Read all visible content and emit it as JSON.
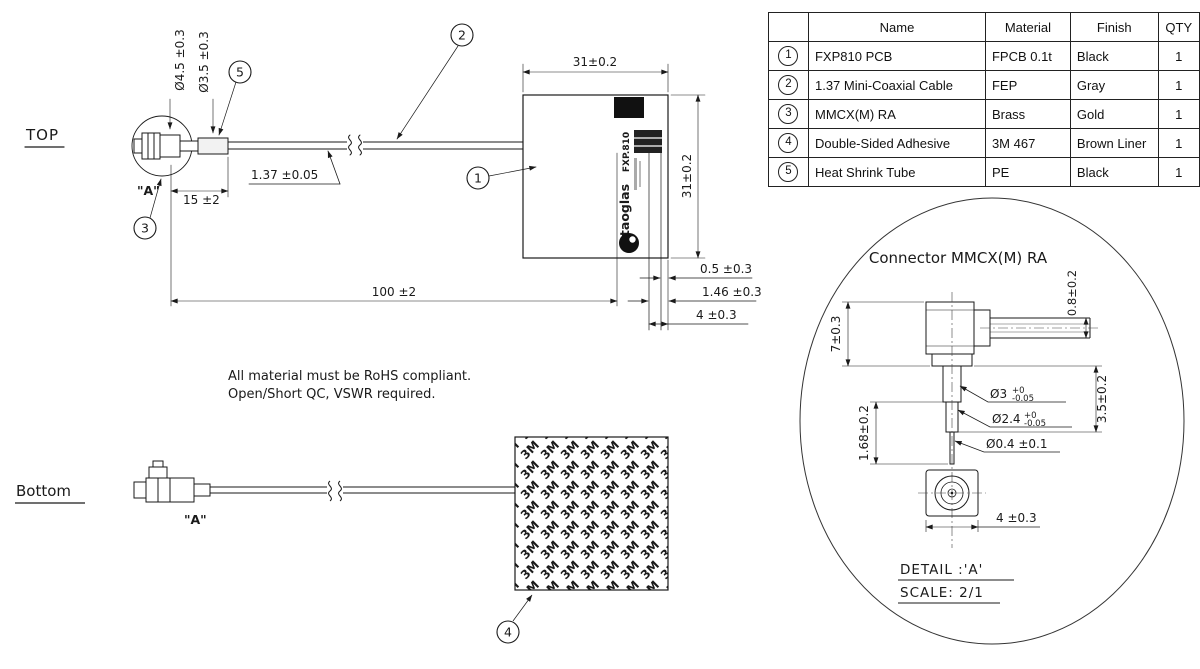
{
  "table": {
    "headers": {
      "num": "",
      "name": "Name",
      "material": "Material",
      "finish": "Finish",
      "qty": "QTY"
    },
    "rows": [
      {
        "num": "1",
        "name": "FXP810  PCB",
        "material": "FPCB 0.1t",
        "finish": "Black",
        "qty": "1"
      },
      {
        "num": "2",
        "name": "1.37 Mini-Coaxial Cable",
        "material": "FEP",
        "finish": "Gray",
        "qty": "1"
      },
      {
        "num": "3",
        "name": "MMCX(M) RA",
        "material": "Brass",
        "finish": "Gold",
        "qty": "1"
      },
      {
        "num": "4",
        "name": "Double-Sided Adhesive",
        "material": "3M 467",
        "finish": "Brown Liner",
        "qty": "1"
      },
      {
        "num": "5",
        "name": "Heat Shrink Tube",
        "material": "PE",
        "finish": "Black",
        "qty": "1"
      }
    ]
  },
  "notes": {
    "line1": "All material must be RoHS compliant.",
    "line2": "Open/Short QC, VSWR required."
  },
  "top_view": {
    "label": "TOP",
    "a_label": "\"A\"",
    "dim_dia45": "Ø4.5 ±0.3",
    "dim_dia35": "Ø3.5 ±0.3",
    "dim_cable": "1.37 ±0.05",
    "dim_15": "15 ±2",
    "dim_100": "100 ±2",
    "dim_pcb_w": "31±0.2",
    "dim_pcb_h": "31±0.2",
    "dim_05": "0.5 ±0.3",
    "dim_146": "1.46 ±0.3",
    "dim_4": "4 ±0.3",
    "pcb_model": "FXP.810",
    "pcb_brand": "taoglas"
  },
  "bottom_view": {
    "label": "Bottom",
    "a_label": "\"A\"",
    "adhesive_logo": "3M"
  },
  "balloons": {
    "b1": "1",
    "b2": "2",
    "b3": "3",
    "b4": "4",
    "b5": "5"
  },
  "detail_view": {
    "title": "Connector MMCX(M) RA",
    "dim_7": "7±0.3",
    "dim_08": "0.8±0.2",
    "dim_dia3": "Ø3",
    "dim_dia3_tol_top": "+0",
    "dim_dia3_tol_bot": "-0.05",
    "dim_dia24": "Ø2.4",
    "dim_dia24_tol_top": "+0",
    "dim_dia24_tol_bot": "-0.05",
    "dim_dia04": "Ø0.4 ±0.1",
    "dim_168": "1.68±0.2",
    "dim_35": "3.5±0.2",
    "dim_4": "4 ±0.3",
    "detail_label": "DETAIL :'A'",
    "scale_label": "SCALE: 2/1"
  }
}
